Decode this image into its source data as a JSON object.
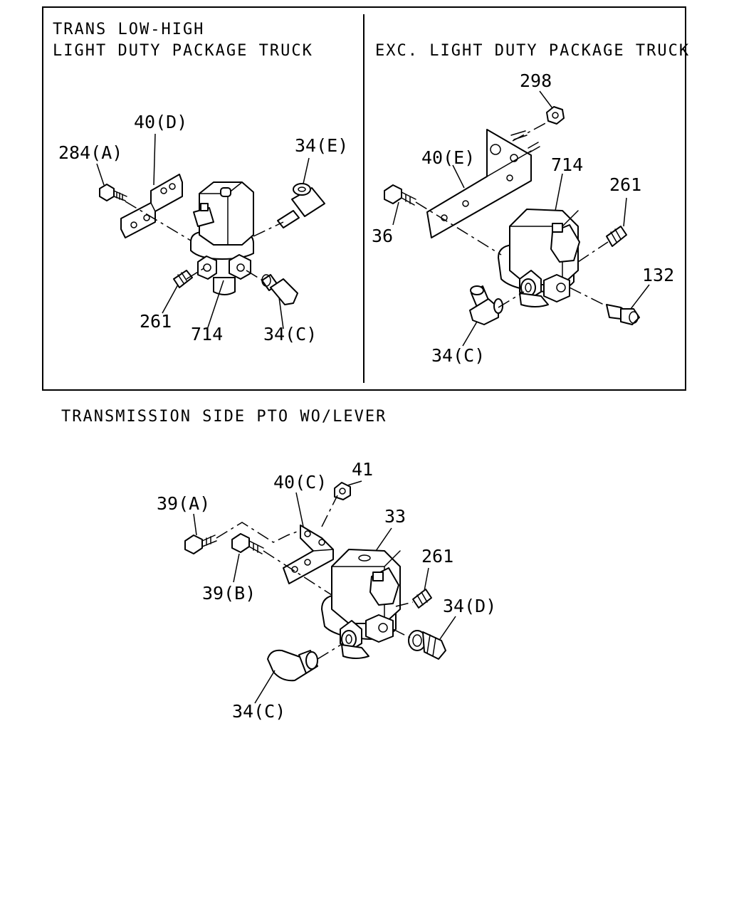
{
  "panels": {
    "left_title_line1": "TRANS LOW-HIGH",
    "left_title_line2": "LIGHT DUTY PACKAGE TRUCK",
    "right_title": "EXC. LIGHT DUTY PACKAGE TRUCK",
    "bottom_title": "TRANSMISSION SIDE PTO WO/LEVER"
  },
  "labels": {
    "left": {
      "bracket": "40(D)",
      "bolt": "284(A)",
      "fitting_e": "34(E)",
      "plug": "261",
      "valve": "714",
      "fitting_c": "34(C)"
    },
    "right": {
      "nut": "298",
      "bracket": "40(E)",
      "valve": "714",
      "plug": "261",
      "bolt": "36",
      "connector": "132",
      "fitting_c": "34(C)"
    },
    "bottom": {
      "nut": "41",
      "bracket": "40(C)",
      "bolt_a": "39(A)",
      "valve": "33",
      "plug": "261",
      "bolt_b": "39(B)",
      "fitting_d": "34(D)",
      "fitting_c": "34(C)"
    }
  }
}
